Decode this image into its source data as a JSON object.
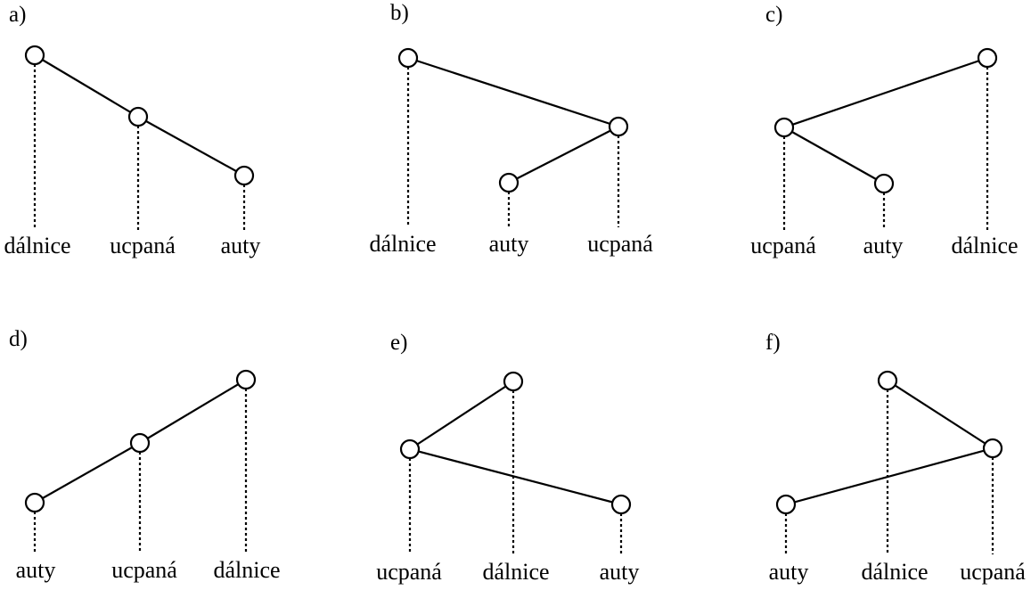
{
  "panels": [
    {
      "label": "a)",
      "words": [
        "dálnice",
        "ucpaná",
        "auty"
      ]
    },
    {
      "label": "b)",
      "words": [
        "dálnice",
        "auty",
        "ucpaná"
      ]
    },
    {
      "label": "c)",
      "words": [
        "ucpaná",
        "auty",
        "dálnice"
      ]
    },
    {
      "label": "d)",
      "words": [
        "auty",
        "ucpaná",
        "dálnice"
      ]
    },
    {
      "label": "e)",
      "words": [
        "ucpaná",
        "dálnice",
        "auty"
      ]
    },
    {
      "label": "f)",
      "words": [
        "auty",
        "dálnice",
        "ucpaná"
      ]
    }
  ]
}
